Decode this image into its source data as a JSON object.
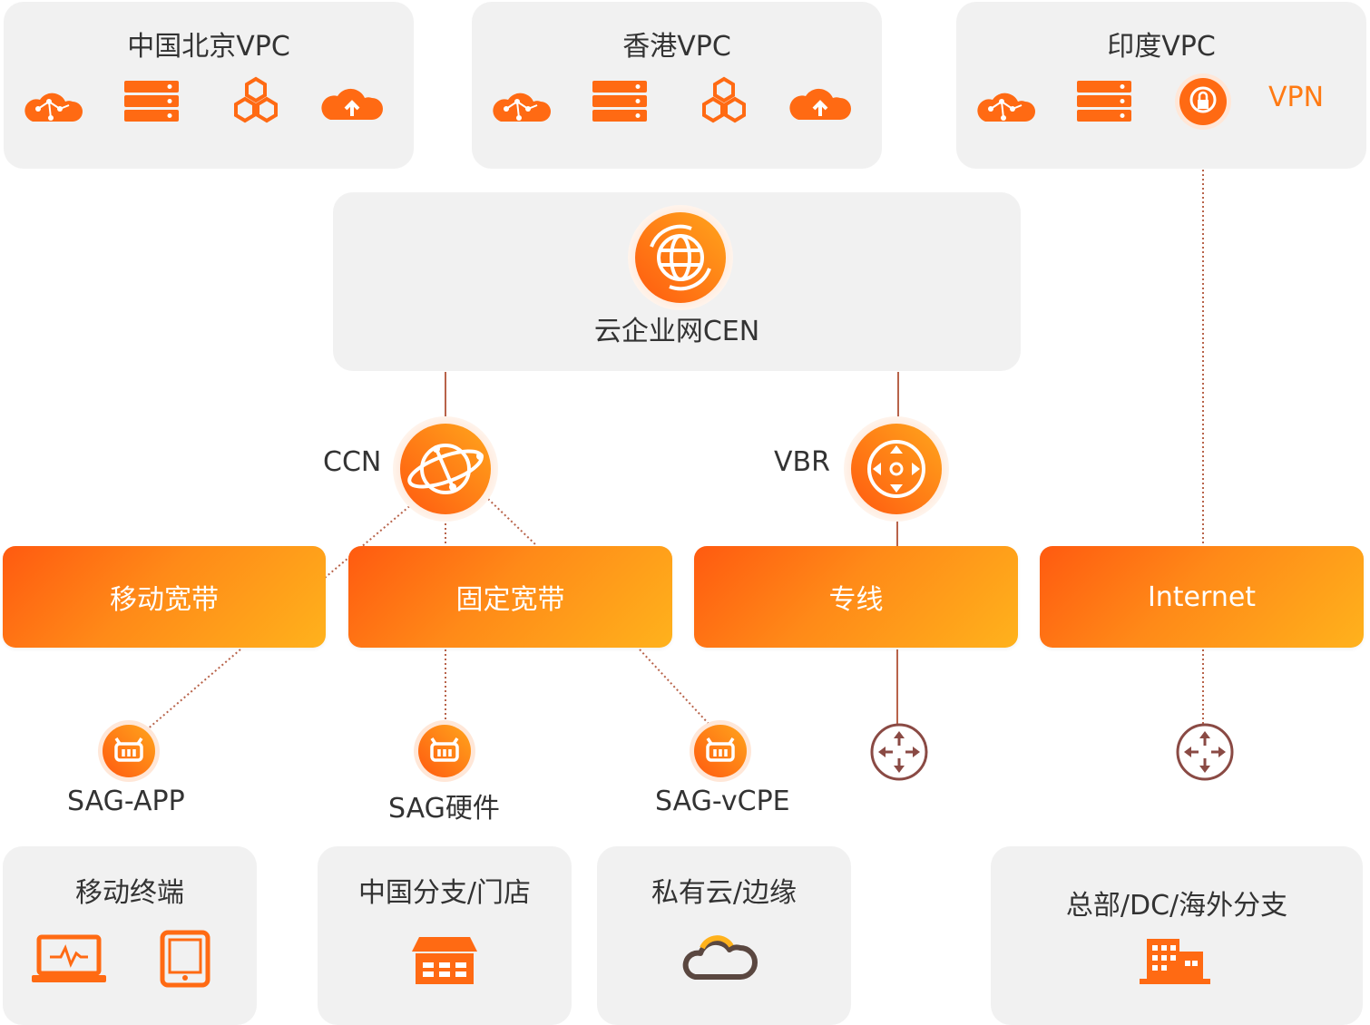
{
  "colors": {
    "accent": "#ff6a13",
    "accent_light": "#ffb21c",
    "panel": "#f1f1f1",
    "router": "#8a4a44",
    "line": "#b8634a"
  },
  "vpcs": [
    {
      "title": "中国北京VPC",
      "icons": [
        "cloud-icon",
        "server-icon",
        "hexagon-cluster-icon",
        "cloud-upload-icon"
      ]
    },
    {
      "title": "香港VPC",
      "icons": [
        "cloud-icon",
        "server-icon",
        "hexagon-cluster-icon",
        "cloud-upload-icon"
      ]
    },
    {
      "title": "印度VPC",
      "icons": [
        "cloud-icon",
        "server-icon",
        "vpn-gateway-icon"
      ],
      "vpn_label": "VPN"
    }
  ],
  "cen": {
    "title": "云企业网CEN",
    "icon": "globe-icon"
  },
  "hubs": {
    "ccn": "CCN",
    "vbr": "VBR"
  },
  "bars": [
    "移动宽带",
    "固定宽带",
    "专线",
    "Internet"
  ],
  "devices": [
    {
      "label": "SAG-APP",
      "icon": "sag-icon"
    },
    {
      "label": "SAG硬件",
      "icon": "sag-icon"
    },
    {
      "label": "SAG-vCPE",
      "icon": "sag-icon"
    },
    {
      "label": "",
      "icon": "router-icon"
    },
    {
      "label": "",
      "icon": "router-icon"
    }
  ],
  "sites": [
    {
      "title": "移动终端",
      "icons": [
        "laptop-icon",
        "tablet-icon"
      ]
    },
    {
      "title": "中国分支/门店",
      "icons": [
        "store-icon"
      ]
    },
    {
      "title": "私有云/边缘",
      "icons": [
        "cloud-outline-icon"
      ]
    },
    {
      "title": "总部/DC/海外分支",
      "icons": [
        "building-icon"
      ]
    }
  ]
}
